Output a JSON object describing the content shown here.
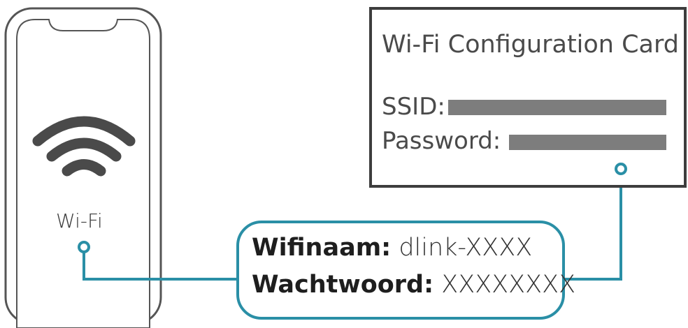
{
  "phone": {
    "label": "Wi-Fi",
    "icon": "wifi-icon"
  },
  "card": {
    "title": "Wi-Fi Configuration Card",
    "ssid_label": "SSID:",
    "password_label": "Password:"
  },
  "info_box": {
    "name_key": "Wifinaam:",
    "name_value": "dlink-XXXX",
    "password_key": "Wachtwoord:",
    "password_value": "XXXXXXXX"
  },
  "colors": {
    "accent": "#2a8fa6",
    "outline": "#3d3d3d",
    "redaction": "#7d7d7d"
  }
}
